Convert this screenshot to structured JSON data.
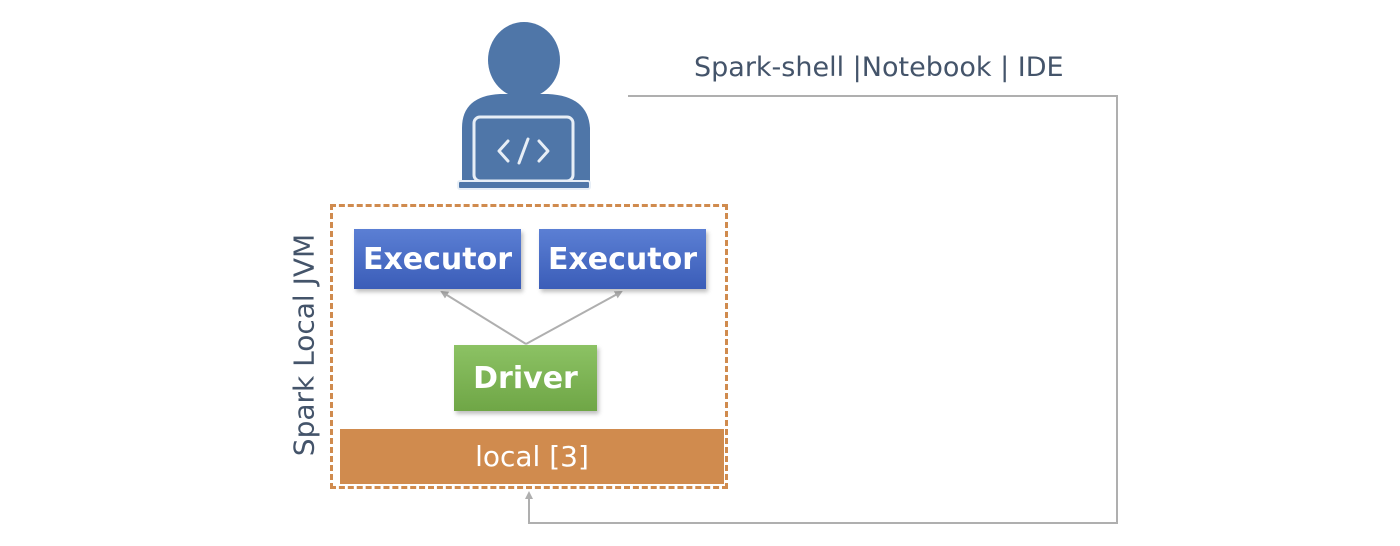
{
  "header": {
    "tools_label": "Spark-shell |Notebook | IDE"
  },
  "jvm": {
    "label": "Spark Local JVM",
    "executor_1": "Executor",
    "executor_2": "Executor",
    "driver": "Driver",
    "local": "local [3]"
  },
  "icons": {
    "user": "user-with-laptop-icon",
    "code": "code-brackets-icon"
  },
  "colors": {
    "user_icon": "#4F76A8",
    "executor": "#4A6CC6",
    "driver": "#7DB356",
    "local_bar": "#D08B4E",
    "jvm_border": "#D08B4E",
    "connector": "#AFAFAF",
    "text": "#44546A"
  }
}
